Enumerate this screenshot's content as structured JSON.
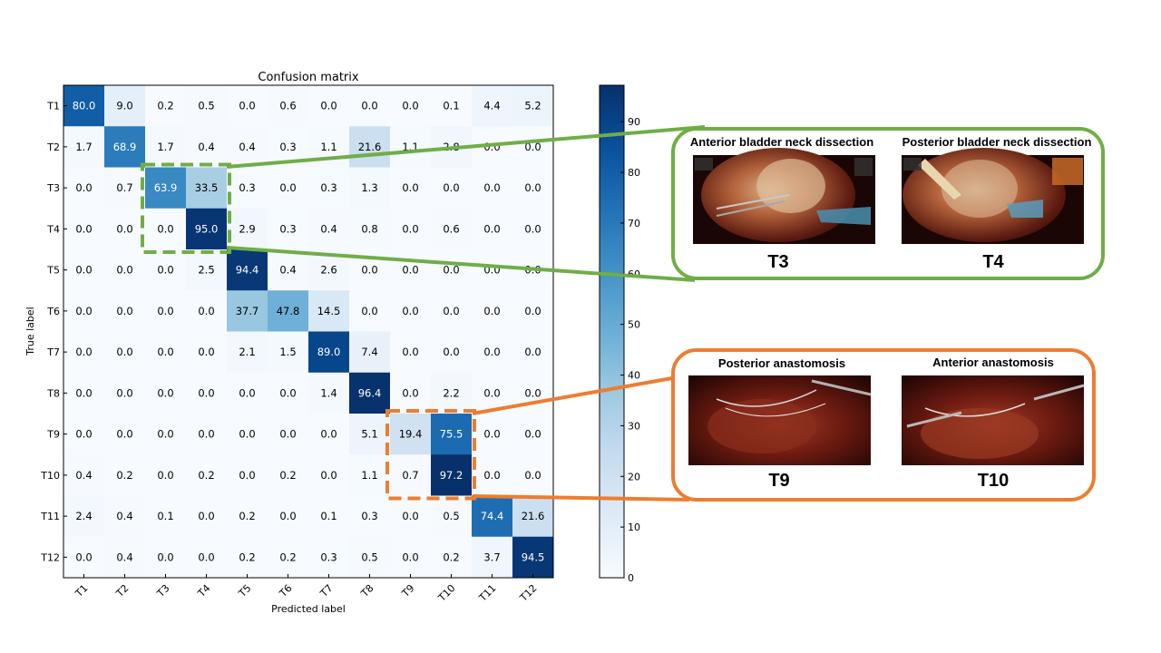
{
  "chart_data": {
    "type": "heatmap",
    "title": "Confusion matrix",
    "xlabel": "Predicted label",
    "ylabel": "True label",
    "x_categories": [
      "T1",
      "T2",
      "T3",
      "T4",
      "T5",
      "T6",
      "T7",
      "T8",
      "T9",
      "T10",
      "T11",
      "T12"
    ],
    "y_categories": [
      "T1",
      "T2",
      "T3",
      "T4",
      "T5",
      "T6",
      "T7",
      "T8",
      "T9",
      "T10",
      "T11",
      "T12"
    ],
    "values": [
      [
        80.0,
        9.0,
        0.2,
        0.5,
        0.0,
        0.6,
        0.0,
        0.0,
        0.0,
        0.1,
        4.4,
        5.2
      ],
      [
        1.7,
        68.9,
        1.7,
        0.4,
        0.4,
        0.3,
        1.1,
        21.6,
        1.1,
        2.8,
        0.0,
        0.0
      ],
      [
        0.0,
        0.7,
        63.9,
        33.5,
        0.3,
        0.0,
        0.3,
        1.3,
        0.0,
        0.0,
        0.0,
        0.0
      ],
      [
        0.0,
        0.0,
        0.0,
        95.0,
        2.9,
        0.3,
        0.4,
        0.8,
        0.0,
        0.6,
        0.0,
        0.0
      ],
      [
        0.0,
        0.0,
        0.0,
        2.5,
        94.4,
        0.4,
        2.6,
        0.0,
        0.0,
        0.0,
        0.0,
        0.0
      ],
      [
        0.0,
        0.0,
        0.0,
        0.0,
        37.7,
        47.8,
        14.5,
        0.0,
        0.0,
        0.0,
        0.0,
        0.0
      ],
      [
        0.0,
        0.0,
        0.0,
        0.0,
        2.1,
        1.5,
        89.0,
        7.4,
        0.0,
        0.0,
        0.0,
        0.0
      ],
      [
        0.0,
        0.0,
        0.0,
        0.0,
        0.0,
        0.0,
        1.4,
        96.4,
        0.0,
        2.2,
        0.0,
        0.0
      ],
      [
        0.0,
        0.0,
        0.0,
        0.0,
        0.0,
        0.0,
        0.0,
        5.1,
        19.4,
        75.5,
        0.0,
        0.0
      ],
      [
        0.4,
        0.2,
        0.0,
        0.2,
        0.0,
        0.2,
        0.0,
        1.1,
        0.7,
        97.2,
        0.0,
        0.0
      ],
      [
        2.4,
        0.4,
        0.1,
        0.0,
        0.2,
        0.0,
        0.1,
        0.3,
        0.0,
        0.5,
        74.4,
        21.6
      ],
      [
        0.0,
        0.4,
        0.0,
        0.0,
        0.2,
        0.2,
        0.3,
        0.5,
        0.0,
        0.2,
        3.7,
        94.5
      ]
    ],
    "colorbar": {
      "range": [
        0,
        97.2
      ],
      "ticks": [
        0,
        10,
        20,
        30,
        40,
        50,
        60,
        70,
        80,
        90
      ],
      "colormap": "Blues"
    },
    "highlights": [
      {
        "rows": [
          "T3",
          "T4"
        ],
        "cols": [
          "T3",
          "T4"
        ],
        "color": "#70AD47"
      },
      {
        "rows": [
          "T9",
          "T10"
        ],
        "cols": [
          "T9",
          "T10"
        ],
        "color": "#ED7D31"
      }
    ],
    "grid": false
  },
  "panels": [
    {
      "color": "#70AD47",
      "images": [
        {
          "caption": "Anterior bladder neck dissection",
          "label": "T3"
        },
        {
          "caption": "Posterior bladder neck dissection",
          "label": "T4"
        }
      ]
    },
    {
      "color": "#ED7D31",
      "images": [
        {
          "caption": "Posterior anastomosis",
          "label": "T9"
        },
        {
          "caption": "Anterior anastomosis",
          "label": "T10"
        }
      ]
    }
  ]
}
